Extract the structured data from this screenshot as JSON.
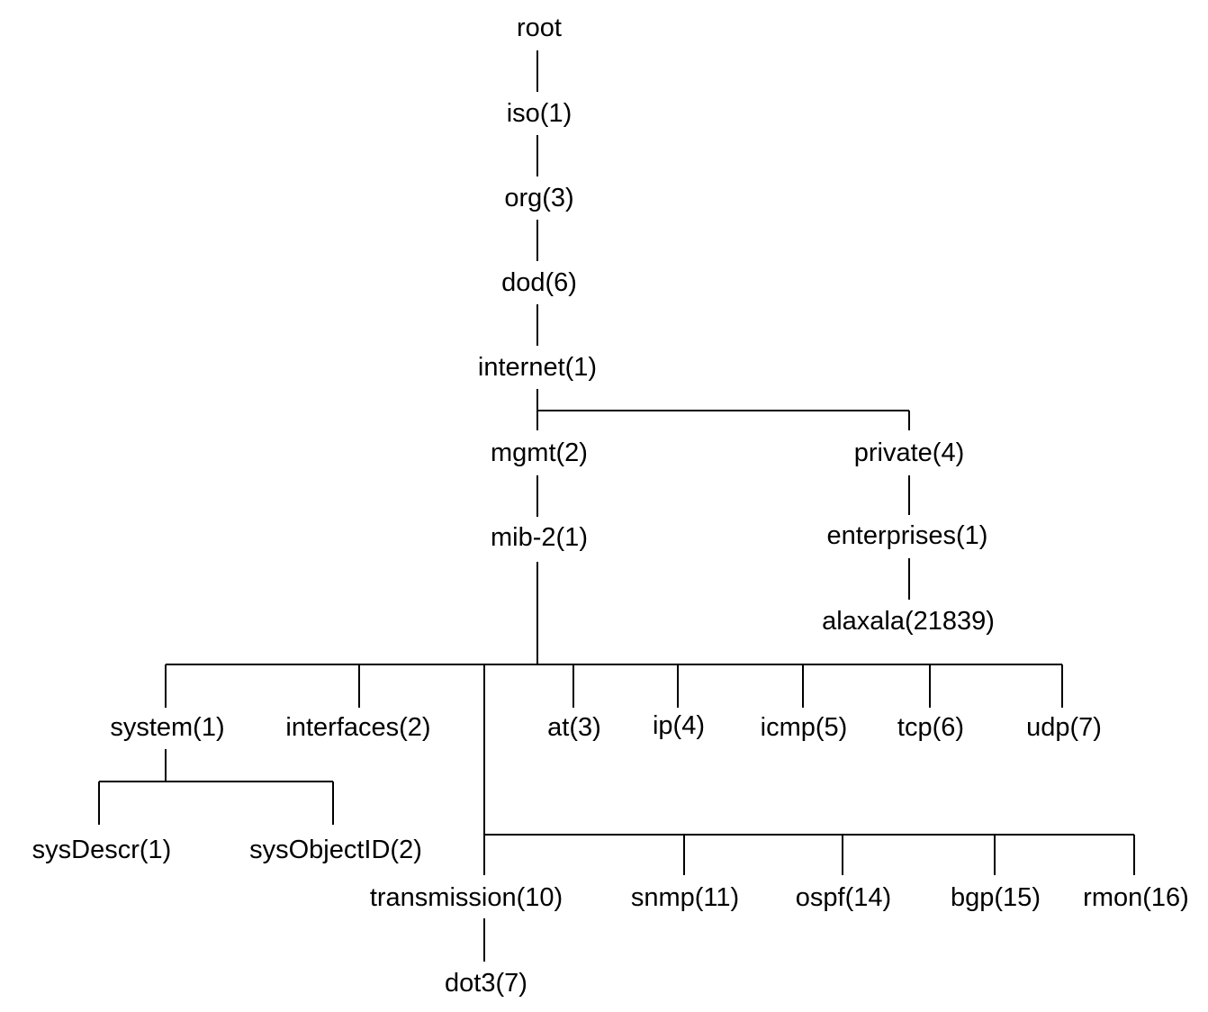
{
  "nodes": {
    "root": "root",
    "iso": "iso(1)",
    "org": "org(3)",
    "dod": "dod(6)",
    "internet": "internet(1)",
    "mgmt": "mgmt(2)",
    "private": "private(4)",
    "mib2": "mib-2(1)",
    "enterprises": "enterprises(1)",
    "alaxala": "alaxala(21839)",
    "system": "system(1)",
    "interfaces": "interfaces(2)",
    "at": "at(3)",
    "ip": "ip(4)",
    "icmp": "icmp(5)",
    "tcp": "tcp(6)",
    "udp": "udp(7)",
    "sysDescr": "sysDescr(1)",
    "sysObjectID": "sysObjectID(2)",
    "transmission": "transmission(10)",
    "snmp": "snmp(11)",
    "ospf": "ospf(14)",
    "bgp": "bgp(15)",
    "rmon": "rmon(16)",
    "dot3": "dot3(7)"
  },
  "edges": [
    [
      "root",
      "iso"
    ],
    [
      "iso",
      "org"
    ],
    [
      "org",
      "dod"
    ],
    [
      "dod",
      "internet"
    ],
    [
      "internet",
      "mgmt"
    ],
    [
      "internet",
      "private"
    ],
    [
      "mgmt",
      "mib2"
    ],
    [
      "private",
      "enterprises"
    ],
    [
      "enterprises",
      "alaxala"
    ],
    [
      "mib2",
      "system"
    ],
    [
      "mib2",
      "interfaces"
    ],
    [
      "mib2",
      "at"
    ],
    [
      "mib2",
      "ip"
    ],
    [
      "mib2",
      "icmp"
    ],
    [
      "mib2",
      "tcp"
    ],
    [
      "mib2",
      "udp"
    ],
    [
      "system",
      "sysDescr"
    ],
    [
      "system",
      "sysObjectID"
    ],
    [
      "mib2",
      "transmission"
    ],
    [
      "mib2",
      "snmp"
    ],
    [
      "mib2",
      "ospf"
    ],
    [
      "mib2",
      "bgp"
    ],
    [
      "mib2",
      "rmon"
    ],
    [
      "transmission",
      "dot3"
    ]
  ]
}
